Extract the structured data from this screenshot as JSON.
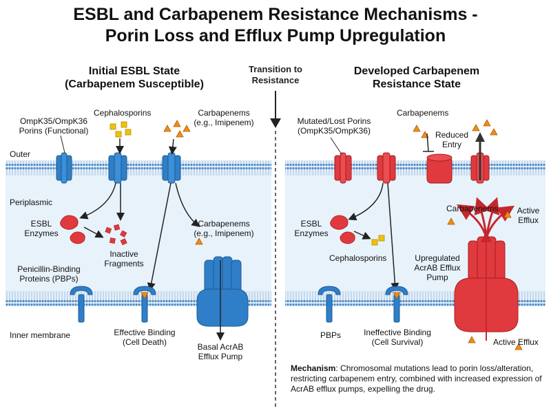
{
  "title": {
    "line1": "ESBL and Carbapenem Resistance Mechanisms -",
    "line2": "Porin Loss and Efflux Pump Upregulation"
  },
  "transition": {
    "line1": "Transition to",
    "line2": "Resistance"
  },
  "left": {
    "heading_line1": "Initial ESBL State",
    "heading_line2": "(Carbapenem Susceptible)",
    "porins_line1": "OmpK35/OmpK36",
    "porins_line2": "Porins (Functional)",
    "cephalosporins": "Cephalosporins",
    "carbapenems_line1": "Carbapenems",
    "carbapenems_line2": "(e.g., Imipenem)",
    "outer": "Outer",
    "periplasmic": "Periplasmic",
    "esbl_line1": "ESBL",
    "esbl_line2": "Enzymes",
    "inactive_line1": "Inactive",
    "inactive_line2": "Fragments",
    "carbapenems2_line1": "Carbapenems",
    "carbapenems2_line2": "(e.g., Imipenem)",
    "pbps_line1": "Penicillin-Binding",
    "pbps_line2": "Proteins (PBPs)",
    "inner": "Inner membrane",
    "binding_line1": "Effective Binding",
    "binding_line2": "(Cell Death)",
    "efflux_line1": "Basal AcrAB",
    "efflux_line2": "Efflux Pump"
  },
  "right": {
    "heading_line1": "Developed Carbapenem",
    "heading_line2": "Resistance State",
    "porins_line1": "Mutated/Lost Porins",
    "porins_line2": "(OmpK35/OmpK36)",
    "carbapenems": "Carbapenems",
    "reduced_line1": "Reduced",
    "reduced_line2": "Entry",
    "esbl_line1": "ESBL",
    "esbl_line2": "Enzymes",
    "cephalosporins": "Cephalosporins",
    "carbapenems_peri": "Carbapenems",
    "active_line1": "Active",
    "active_line2": "Efflux",
    "upreg_line1": "Upregulated",
    "upreg_line2": "AcrAB Efflux",
    "upreg_line3": "Pump",
    "pbps": "PBPs",
    "binding_line1": "Ineffective Binding",
    "binding_line2": "(Cell Survival)",
    "active_efflux": "Active Efflux"
  },
  "mechanism": {
    "label": "Mechanism",
    "text": ": Chromosomal mutations lead to porin loss/alteration, restricting carbapenem entry, combined with increased expression of AcrAB efflux pumps, expelling the drug."
  },
  "colors": {
    "blue_protein": "#2f7fc8",
    "red_protein": "#e03a3e",
    "membrane": "#cfe3f5",
    "periplasm": "#e6f1fa",
    "cephalosporin": "#f2c200",
    "carbapenem": "#f08c1a"
  }
}
